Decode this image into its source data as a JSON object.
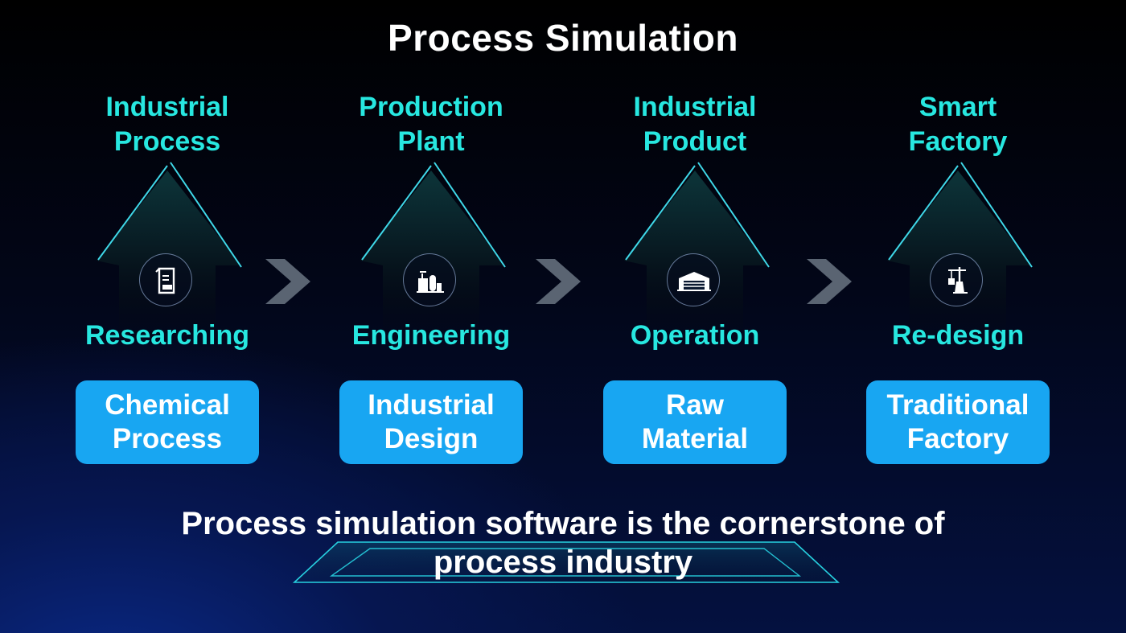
{
  "title": "Process Simulation",
  "columns": [
    {
      "top_label": [
        "Industrial",
        "Process"
      ],
      "action": "Researching",
      "box": [
        "Chemical",
        "Process"
      ],
      "icon": "document-icon"
    },
    {
      "top_label": [
        "Production",
        "Plant"
      ],
      "action": "Engineering",
      "box": [
        "Industrial",
        "Design"
      ],
      "icon": "plant-icon"
    },
    {
      "top_label": [
        "Industrial",
        "Product"
      ],
      "action": "Operation",
      "box": [
        "Raw",
        "Material"
      ],
      "icon": "warehouse-icon"
    },
    {
      "top_label": [
        "Smart",
        "Factory"
      ],
      "action": "Re-design",
      "box": [
        "Traditional",
        "Factory"
      ],
      "icon": "crane-icon"
    }
  ],
  "bottom_text": [
    "Process simulation software is the cornerstone of",
    "process industry"
  ],
  "colors": {
    "accent_cyan": "#27e7e0",
    "box_blue": "#18a6f2",
    "chevron_gray": "#5a6472"
  }
}
